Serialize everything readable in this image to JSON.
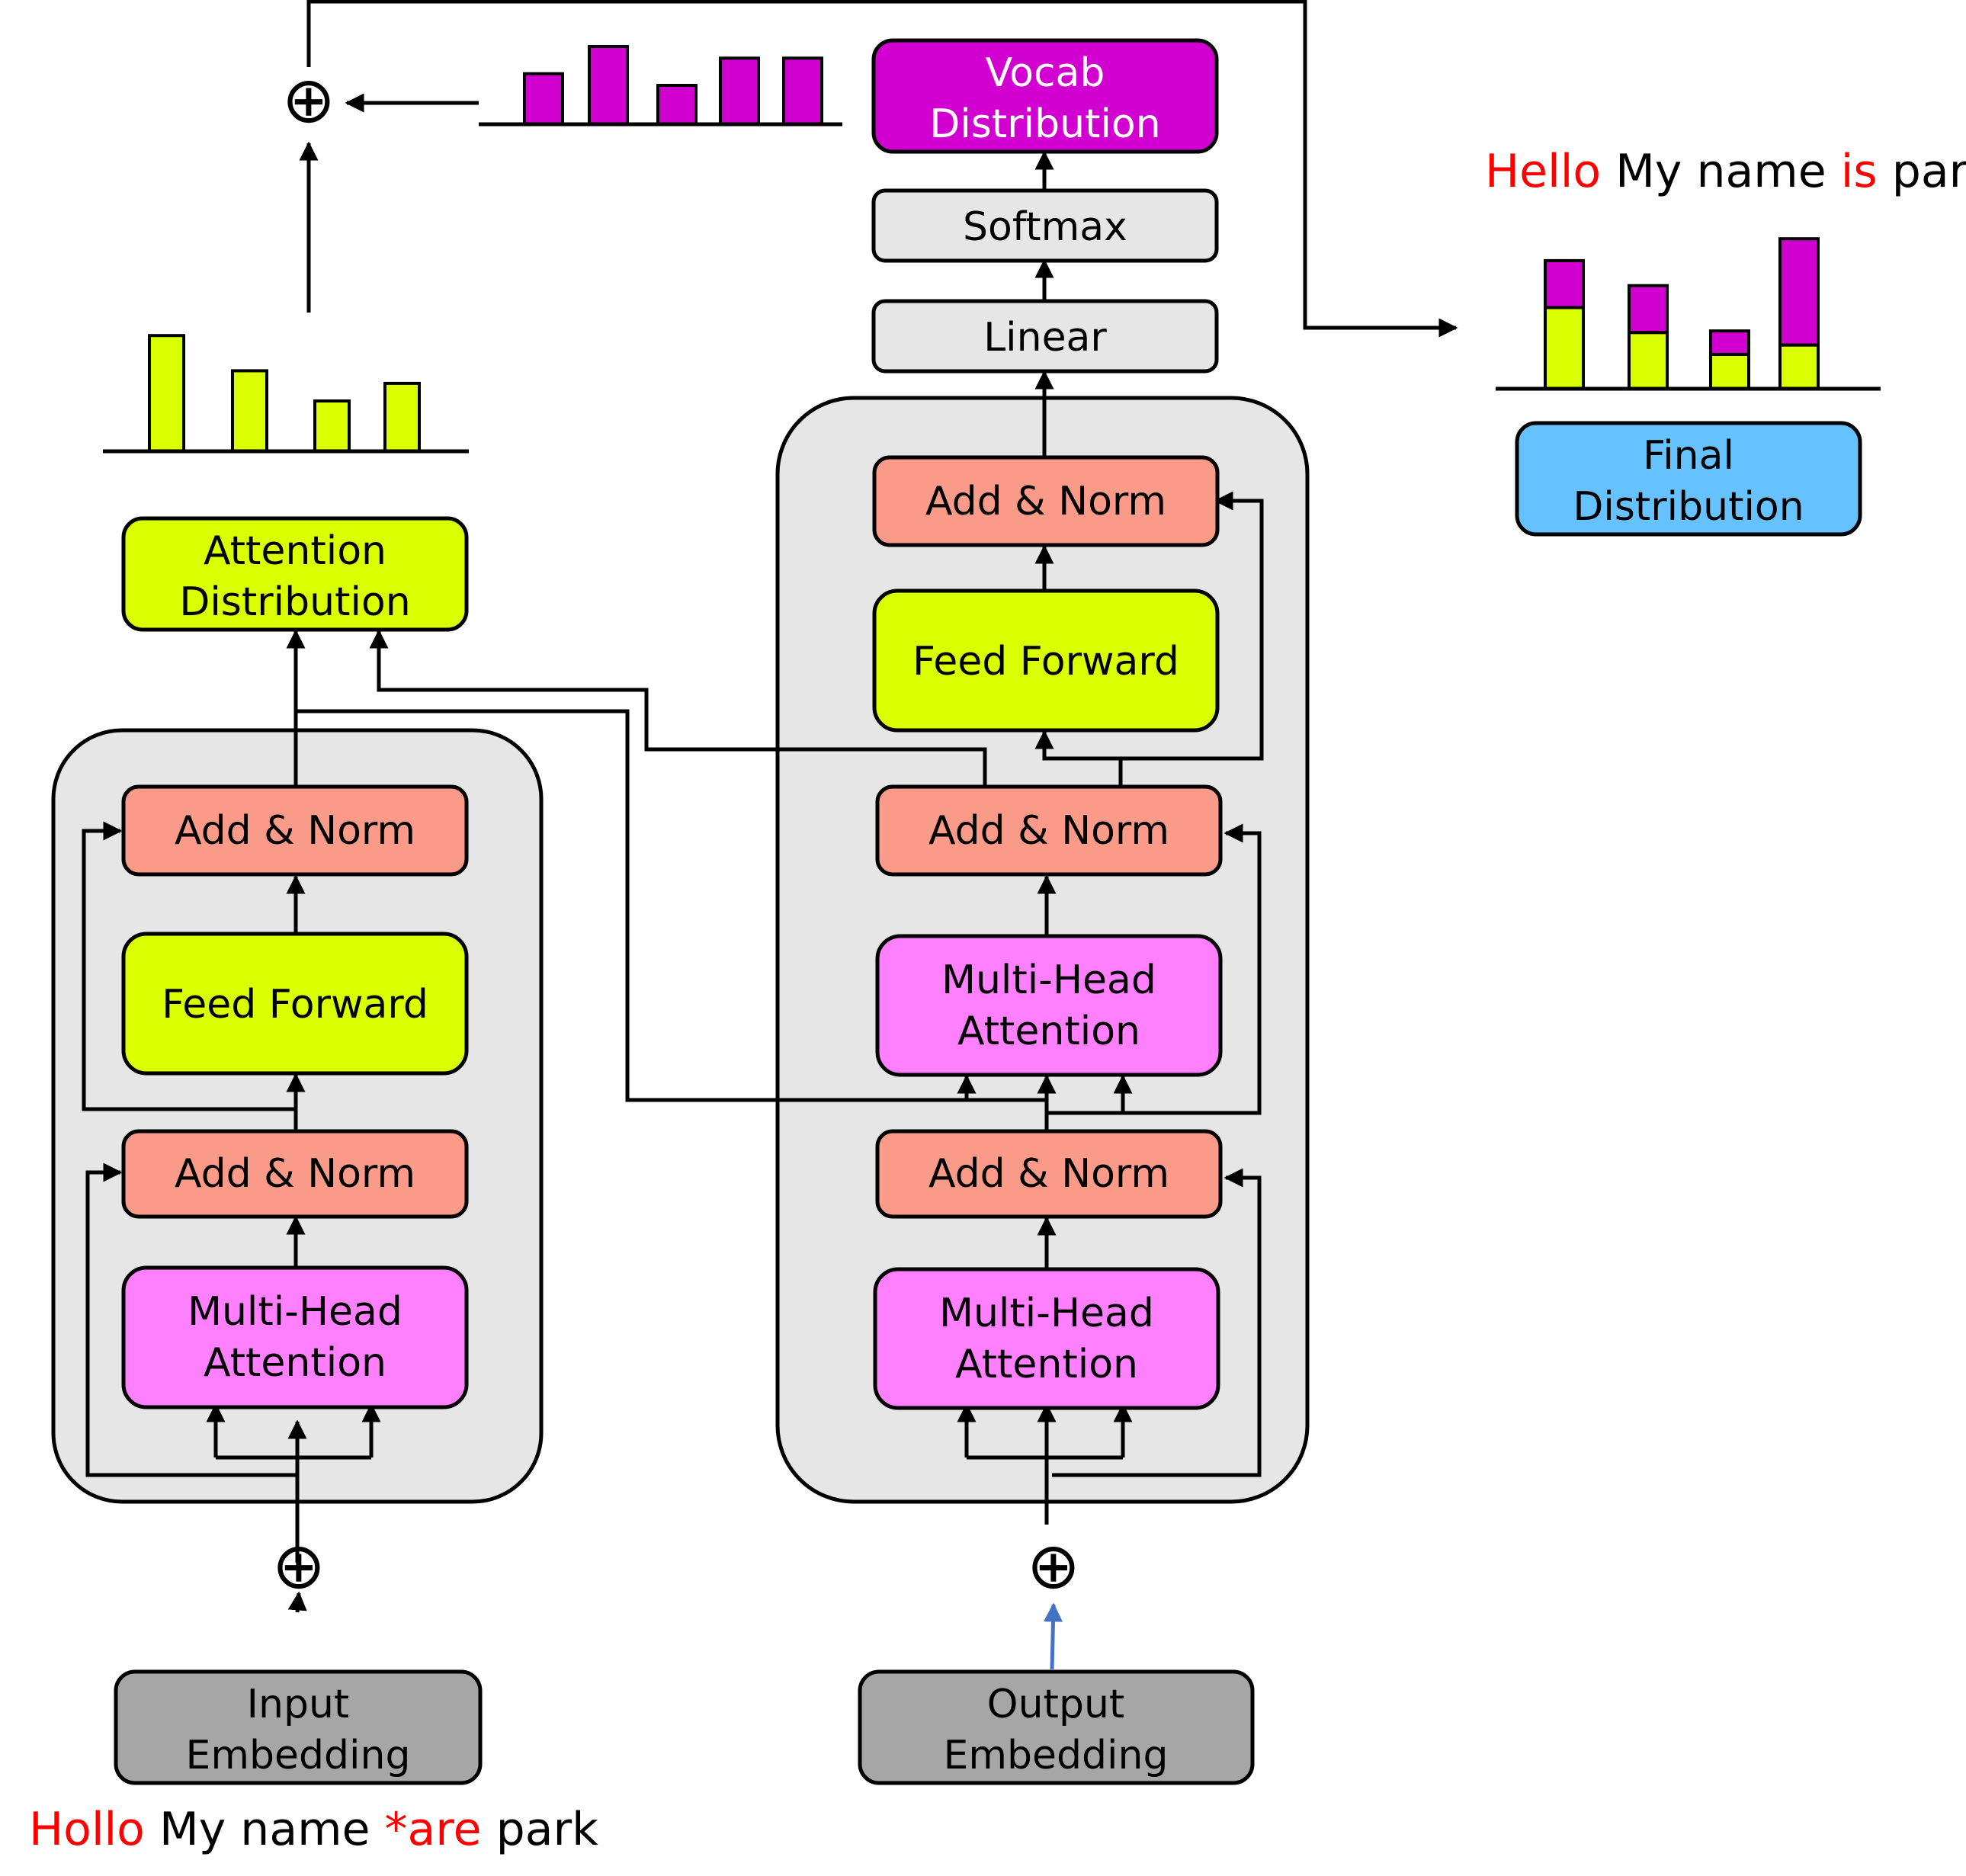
{
  "colors": {
    "add_norm": "#fa9b8a",
    "feed_forward": "#d9ff00",
    "attention": "#ff80ff",
    "vocab": "#d100d1",
    "gray_box": "#e6e6e6",
    "embedding": "#a6a6a6",
    "final": "#66c2ff",
    "highlight_red": "#ff0000",
    "blue_arrow": "#4472c4"
  },
  "encoder": {
    "add_norm_top": "Add & Norm",
    "feed_forward": "Feed Forward",
    "add_norm_bottom": "Add & Norm",
    "mha": [
      "Multi-Head",
      "Attention"
    ]
  },
  "decoder": {
    "add_norm_top": "Add & Norm",
    "feed_forward": "Feed Forward",
    "add_norm_mid": "Add & Norm",
    "mha_cross": [
      "Multi-Head",
      "Attention"
    ],
    "add_norm_bottom": "Add & Norm",
    "mha_self": [
      "Multi-Head",
      "Attention"
    ]
  },
  "linear": "Linear",
  "softmax": "Softmax",
  "vocab_distribution": [
    "Vocab",
    "Distribution"
  ],
  "attention_distribution": [
    "Attention",
    "Distribution"
  ],
  "final_distribution": [
    "Final",
    "Distribution"
  ],
  "input_embedding": [
    "Input",
    "Embedding"
  ],
  "output_embedding": [
    "Output",
    "Embedding"
  ],
  "plus_symbol": "⊕",
  "input_sentence": [
    {
      "text": "Hollo",
      "highlight": true
    },
    {
      "text": " My name ",
      "highlight": false
    },
    {
      "text": "*are",
      "highlight": true
    },
    {
      "text": " park",
      "highlight": false
    }
  ],
  "output_sentence": [
    {
      "text": "Hello",
      "highlight": true
    },
    {
      "text": " My name ",
      "highlight": false
    },
    {
      "text": "is",
      "highlight": true
    },
    {
      "text": " park",
      "highlight": false
    }
  ],
  "attention_bars": [
    0.92,
    0.64,
    0.4,
    0.54
  ],
  "vocab_bars": [
    0.65,
    1.0,
    0.5,
    0.85,
    0.85
  ],
  "final_bars": [
    {
      "base": 0.52,
      "top": 0.3
    },
    {
      "base": 0.36,
      "top": 0.3
    },
    {
      "base": 0.22,
      "top": 0.15
    },
    {
      "base": 0.28,
      "top": 0.68
    }
  ]
}
